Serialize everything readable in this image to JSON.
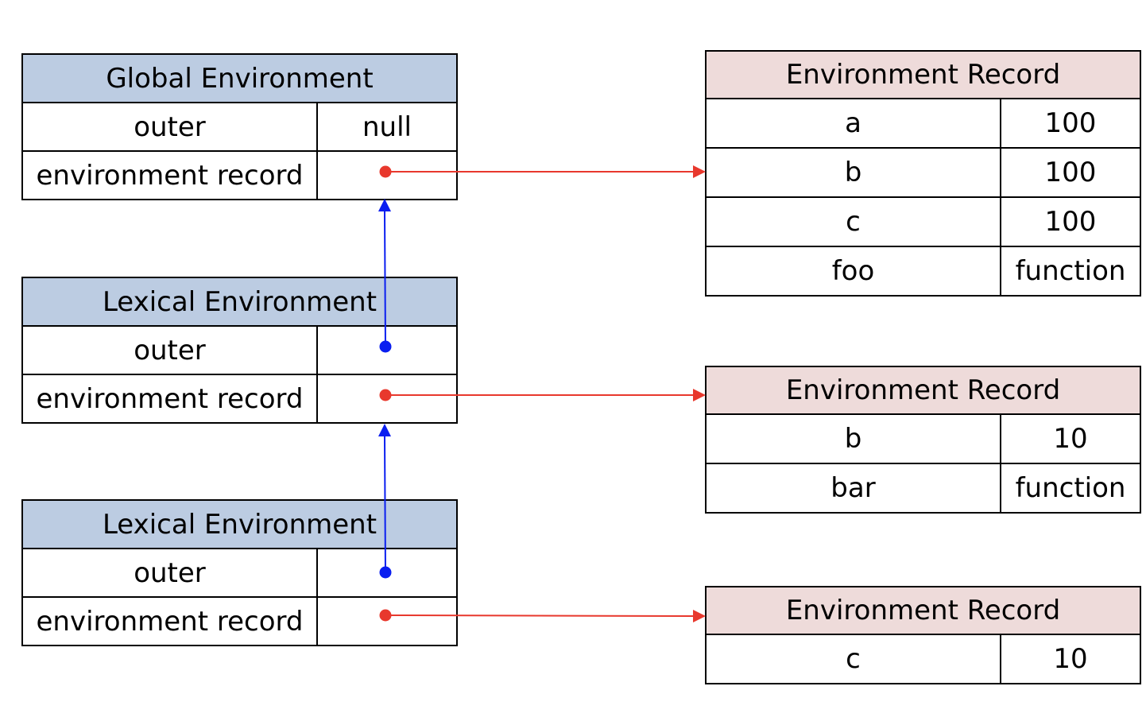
{
  "environments": [
    {
      "title": "Global Environment",
      "outer_label": "outer",
      "outer_value": "null",
      "record_label": "environment record"
    },
    {
      "title": "Lexical Environment",
      "outer_label": "outer",
      "outer_value": "",
      "record_label": "environment record"
    },
    {
      "title": "Lexical Environment",
      "outer_label": "outer",
      "outer_value": "",
      "record_label": "environment record"
    }
  ],
  "records": [
    {
      "title": "Environment Record",
      "rows": [
        {
          "name": "a",
          "value": "100"
        },
        {
          "name": "b",
          "value": "100"
        },
        {
          "name": "c",
          "value": "100"
        },
        {
          "name": "foo",
          "value": "function"
        }
      ]
    },
    {
      "title": "Environment Record",
      "rows": [
        {
          "name": "b",
          "value": "10"
        },
        {
          "name": "bar",
          "value": "function"
        }
      ]
    },
    {
      "title": "Environment Record",
      "rows": [
        {
          "name": "c",
          "value": "10"
        }
      ]
    }
  ],
  "colors": {
    "environment_header": "#bccce2",
    "record_header": "#eedbda",
    "record_pointer": "#e8382d",
    "outer_pointer": "#0a1ef0"
  }
}
